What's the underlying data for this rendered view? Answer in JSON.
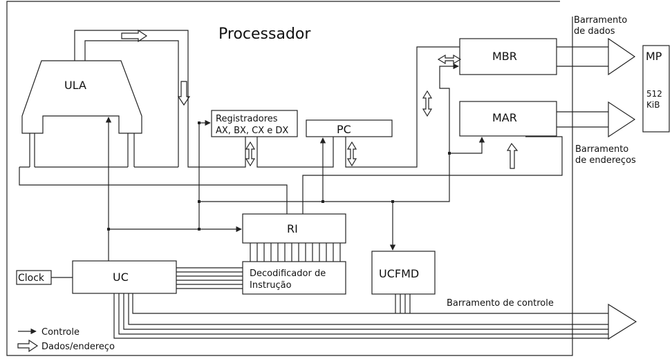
{
  "title": "Processador",
  "components": {
    "ula": "ULA",
    "registers_line1": "Registradores",
    "registers_line2": "AX, BX, CX e DX",
    "pc": "PC",
    "mbr": "MBR",
    "mar": "MAR",
    "ri": "RI",
    "decoder_line1": "Decodificador de",
    "decoder_line2": "Instrução",
    "uc": "UC",
    "ucfmd": "UCFMD",
    "clock": "Clock",
    "mp": "MP",
    "mp_size_line1": "512",
    "mp_size_line2": "KiB"
  },
  "buses": {
    "data_line1": "Barramento",
    "data_line2": "de dados",
    "address_line1": "Barramento",
    "address_line2": "de endereços",
    "control": "Barramento de controle"
  },
  "legend": {
    "control": "Controle",
    "data_address": "Dados/endereço"
  }
}
